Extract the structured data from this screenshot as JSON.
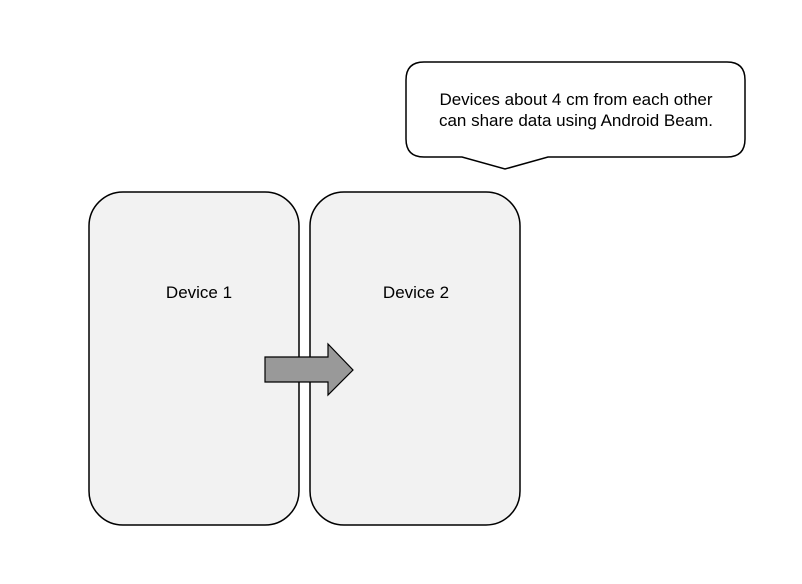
{
  "devices": [
    {
      "label": "Device 1"
    },
    {
      "label": "Device 2"
    }
  ],
  "callout": {
    "lines": [
      "Devices about 4 cm from each other",
      "can share data using Android Beam."
    ]
  },
  "colors": {
    "device_fill": "#f2f2f2",
    "arrow_fill": "#999999",
    "stroke": "#000000"
  },
  "icons": {
    "transfer_arrow": "arrow-right-icon"
  }
}
